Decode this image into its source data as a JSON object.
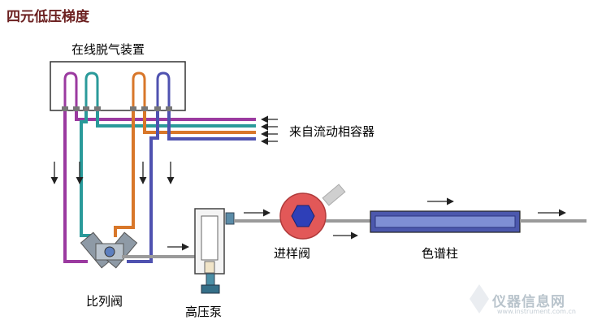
{
  "title": "四元低压梯度",
  "labels": {
    "degasser": "在线脱气装置",
    "solvent_source": "来自流动相容器",
    "injection_valve": "进样阀",
    "column": "色谱柱",
    "proportioning_valve": "比列阀",
    "pump": "高压泵"
  },
  "watermark": {
    "text": "仪器信息网",
    "url": "www.instrument.com.cn"
  },
  "colors": {
    "line_purple": "#9b3aa0",
    "line_teal": "#2a9a9a",
    "line_orange": "#d8772a",
    "line_blue": "#4f52b0",
    "tubing": "#9a9a9a",
    "injector_outer": "#e25858",
    "injector_inner": "#2e3fb8",
    "column_fill": "#4c58ad",
    "title": "#6b1f1f"
  }
}
